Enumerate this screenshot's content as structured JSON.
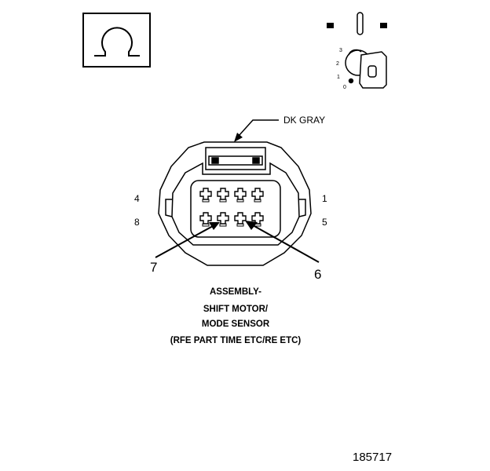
{
  "wire_color_label": "DK GRAY",
  "pin_numbers": {
    "top_left": "4",
    "bottom_left": "8",
    "top_right": "1",
    "bottom_right": "5"
  },
  "callouts": {
    "left": "7",
    "right": "6"
  },
  "title_lines": [
    "ASSEMBLY-",
    "SHIFT MOTOR/",
    "MODE SENSOR",
    "(RFE PART TIME ETC/RE ETC)"
  ],
  "figure_number": "185717",
  "icons": {
    "omega_symbol": "ohms-meter-icon",
    "ignition": "ignition-key-icon"
  },
  "key_positions": [
    "3",
    "2",
    "1",
    "0"
  ],
  "colors": {
    "line": "#000000",
    "background": "#ffffff"
  }
}
